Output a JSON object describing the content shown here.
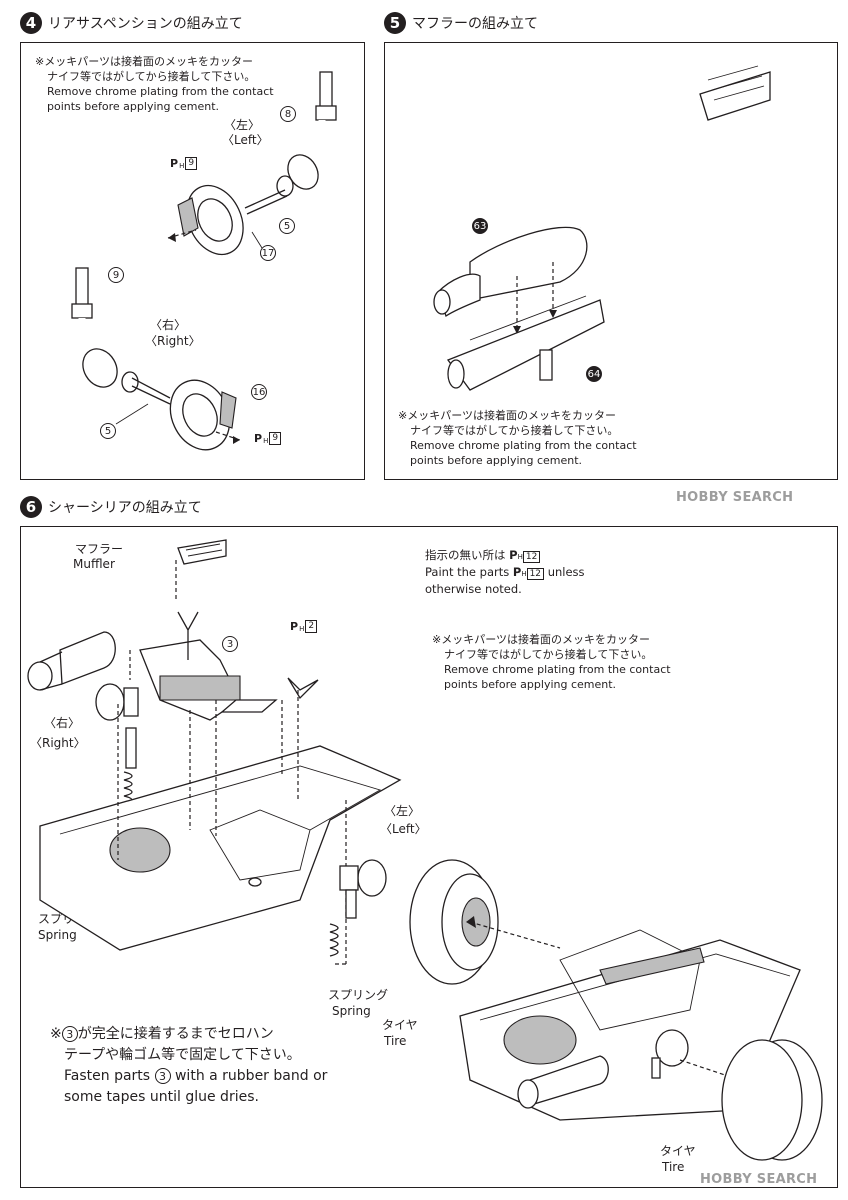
{
  "steps": [
    {
      "number": "4",
      "title": "リアサスペンションの組み立て"
    },
    {
      "number": "5",
      "title": "マフラーの組み立て"
    },
    {
      "number": "6",
      "title": "シャーシリアの組み立て"
    }
  ],
  "chrome_note": {
    "jp_line1": "※メッキパーツは接着面のメッキをカッター",
    "jp_line2": "ナイフ等ではがしてから接着して下さい。",
    "en_line1": "Remove chrome plating from the contact",
    "en_line2": "points before applying cement."
  },
  "step4": {
    "left_jp": "〈左〉",
    "left_en": "〈Left〉",
    "right_jp": "〈右〉",
    "right_en": "〈Right〉",
    "parts": {
      "p8": "8",
      "p5a": "5",
      "p17": "17",
      "p9": "9",
      "p16": "16",
      "p5b": "5"
    },
    "paint_top": "9",
    "paint_bottom": "9"
  },
  "step5": {
    "parts": {
      "p63": "63",
      "p64": "64"
    }
  },
  "step6": {
    "muffler_jp": "マフラー",
    "muffler_en": "Muffler",
    "paint_label": "2",
    "part3": "3",
    "right_jp": "〈右〉",
    "right_en": "〈Right〉",
    "left_jp": "〈左〉",
    "left_en": "〈Left〉",
    "spring_jp": "スプリング",
    "spring_en": "Spring",
    "spring2_jp": "スプリング",
    "spring2_en": "Spring",
    "tire_jp": "タイヤ",
    "tire_en": "Tire",
    "tire2_jp": "タイヤ",
    "tire2_en": "Tire",
    "paint_note_jp_pre": "指示の無い所は",
    "paint_note_num": "12",
    "paint_note_en_pre": "Paint the parts",
    "paint_note_en_post": "unless",
    "paint_note_en_line2": "otherwise noted.",
    "fasten_jp1_pre": "※",
    "fasten_jp1_post": "が完全に接着するまでセロハン",
    "fasten_jp2": "テープや輪ゴム等で固定して下さい。",
    "fasten_en1_pre": "Fasten parts",
    "fasten_en1_post": "with a rubber band or",
    "fasten_en2": "some tapes until glue dries.",
    "fasten_part": "3"
  },
  "watermark": {
    "name": "HOBBY SEARCH",
    "count": 2
  }
}
